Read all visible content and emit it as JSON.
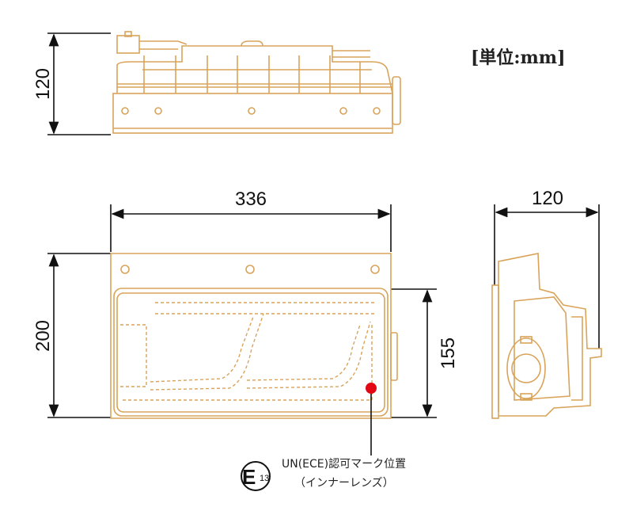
{
  "unit_label": "[単位:mm]",
  "top_view": {
    "height_label": "120"
  },
  "front_view": {
    "width_label": "336",
    "height_label": "200",
    "lens_height_label": "155"
  },
  "side_view": {
    "depth_label": "120"
  },
  "approval_mark": {
    "symbol": "E",
    "code": "13",
    "line1": "UN(ECE)認可マーク位置",
    "line2": "（インナーレンズ）",
    "marker_color": "#e30613"
  },
  "colors": {
    "outline": "#d9a35a",
    "dimension": "#111111"
  }
}
